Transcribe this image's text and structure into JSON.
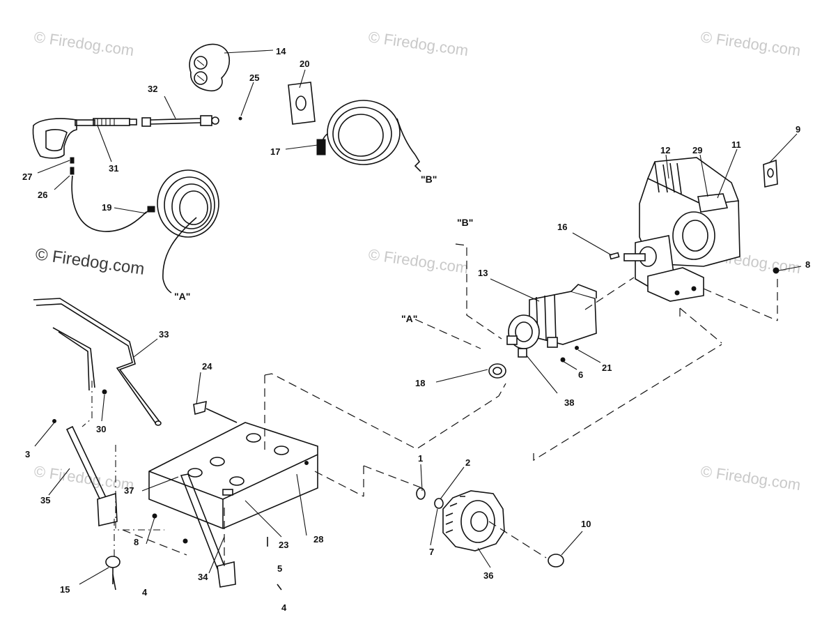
{
  "watermarks": {
    "top_left": "© Firedog.com",
    "top_mid": "© Firedog.com",
    "top_right": "© Firedog.com",
    "mid_left": "© Firedog.com",
    "mid_center": "© Firedog.com",
    "mid_right": "© Firedog.com",
    "low_left": "© Firedog.com",
    "low_right": "© Firedog.com"
  },
  "callouts": {
    "n1": "1",
    "n2": "2",
    "n3": "3",
    "n4a": "4",
    "n4b": "4",
    "n5": "5",
    "n6": "6",
    "n7": "7",
    "n8a": "8",
    "n8b": "8",
    "n9": "9",
    "n10": "10",
    "n11": "11",
    "n12": "12",
    "n13": "13",
    "n14": "14",
    "n15": "15",
    "n16": "16",
    "n17": "17",
    "n18": "18",
    "n19": "19",
    "n20": "20",
    "n21": "21",
    "n23": "23",
    "n24": "24",
    "n25": "25",
    "n26": "26",
    "n27": "27",
    "n28": "28",
    "n29": "29",
    "n30": "30",
    "n31": "31",
    "n32": "32",
    "n33": "33",
    "n34": "34",
    "n35": "35",
    "n36": "36",
    "n37": "37",
    "n38": "38"
  },
  "connectors": {
    "a_hose": "\"A\"",
    "a_pump": "\"A\"",
    "b_hose": "\"B\"",
    "b_pump": "\"B\""
  }
}
